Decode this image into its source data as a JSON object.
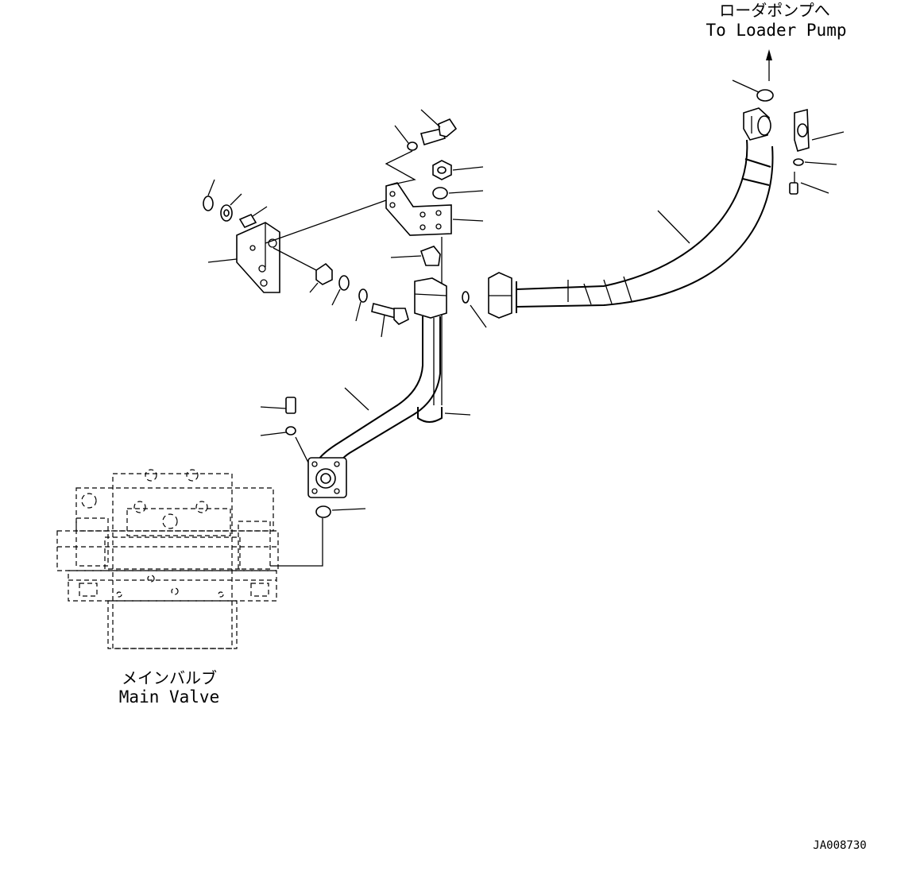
{
  "labels": {
    "loader_pump_jp": "ローダポンプへ",
    "loader_pump_en": "To Loader Pump",
    "main_valve_jp": "メインバルブ",
    "main_valve_en": "Main Valve",
    "drawing_id": "JA008730"
  }
}
